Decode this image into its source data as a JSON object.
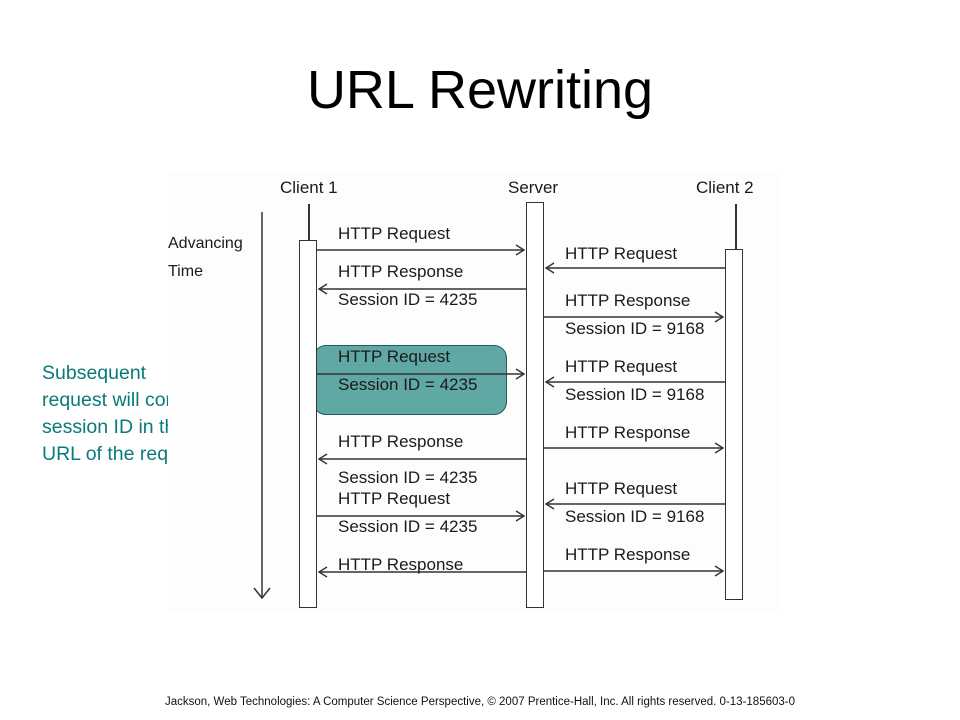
{
  "title": "URL Rewriting",
  "note": {
    "lines": [
      "Subsequent",
      "request will contain",
      "session ID in the",
      "URL of the request"
    ],
    "color": "#0a7a7a"
  },
  "diagram": {
    "participants": [
      "Client 1",
      "Server",
      "Client 2"
    ],
    "time_label": [
      "Advancing",
      "Time"
    ],
    "highlight_color": "#5fa8a4",
    "client1_server": [
      {
        "direction": "to-server",
        "lines": [
          "HTTP Request"
        ]
      },
      {
        "direction": "to-client",
        "lines": [
          "HTTP Response",
          "Session ID = 4235"
        ]
      },
      {
        "direction": "to-server",
        "lines": [
          "HTTP Request",
          "Session ID = 4235"
        ],
        "highlighted": true
      },
      {
        "direction": "to-client",
        "lines": [
          "HTTP Response",
          "Session ID = 4235"
        ]
      },
      {
        "direction": "to-server",
        "lines": [
          "HTTP Request",
          "Session ID = 4235"
        ]
      },
      {
        "direction": "to-client",
        "lines": [
          "HTTP Response"
        ]
      }
    ],
    "server_client2": [
      {
        "direction": "to-server",
        "lines": [
          "HTTP Request"
        ]
      },
      {
        "direction": "to-client",
        "lines": [
          "HTTP Response",
          "Session ID = 9168"
        ]
      },
      {
        "direction": "to-server",
        "lines": [
          "HTTP Request",
          "Session ID = 9168"
        ]
      },
      {
        "direction": "to-client",
        "lines": [
          "HTTP Response"
        ]
      },
      {
        "direction": "to-server",
        "lines": [
          "HTTP Request",
          "Session ID = 9168"
        ]
      },
      {
        "direction": "to-client",
        "lines": [
          "HTTP Response"
        ]
      }
    ]
  },
  "footer": "Jackson, Web Technologies: A Computer Science Perspective, © 2007 Prentice-Hall, Inc. All rights reserved. 0-13-185603-0"
}
